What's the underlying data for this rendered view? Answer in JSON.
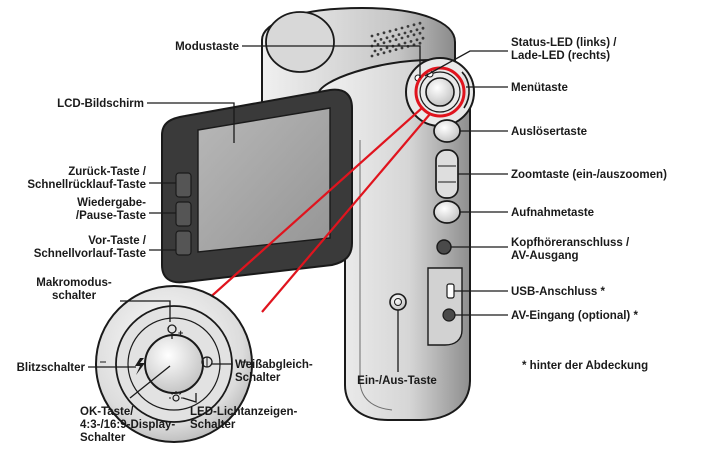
{
  "labels": {
    "mode_button": [
      "Modustaste"
    ],
    "status_led": [
      "Status-LED (links) /",
      "Lade-LED (rechts)"
    ],
    "menu_button": [
      "Menütaste"
    ],
    "lcd_screen": [
      "LCD-Bildschirm"
    ],
    "shutter_button": [
      "Auslösertaste"
    ],
    "back_button": [
      "Zurück-Taste /",
      "Schnellrücklauf-Taste"
    ],
    "zoom_button": [
      "Zoomtaste (ein-/auszoomen)"
    ],
    "play_pause_button": [
      "Wiedergabe-",
      "/Pause-Taste"
    ],
    "record_button": [
      "Aufnahmetaste"
    ],
    "forward_button": [
      "Vor-Taste /",
      "Schnellvorlauf-Taste"
    ],
    "headphone_port": [
      "Kopfhöreranschluss /",
      "AV-Ausgang"
    ],
    "macro_switch": [
      "Makromodus-",
      "schalter"
    ],
    "usb_port": [
      "USB-Anschluss *"
    ],
    "av_input": [
      "AV-Eingang (optional) *"
    ],
    "flash_switch": [
      "Blitzschalter"
    ],
    "white_balance_switch": [
      "Weißabgleich-",
      "Schalter"
    ],
    "power_button": [
      "Ein-/Aus-Taste"
    ],
    "cover_note": [
      "* hinter der Abdeckung"
    ],
    "ok_button": [
      "OK-Taste/",
      "4:3-/16:9-Display-",
      "Schalter"
    ],
    "led_light_switch": [
      "LED-Lichtanzeigen-",
      "Schalter"
    ]
  },
  "colors": {
    "body_light": "#e6e6e6",
    "body_mid": "#bdbdbd",
    "body_dark": "#7a7a7a",
    "outline": "#1a1a1a",
    "screen": "#a9a9a9",
    "highlight_ring": "#e0141e"
  },
  "icons": [
    "macro-flower-icon",
    "flash-icon",
    "white-balance-icon",
    "led-light-icon"
  ]
}
